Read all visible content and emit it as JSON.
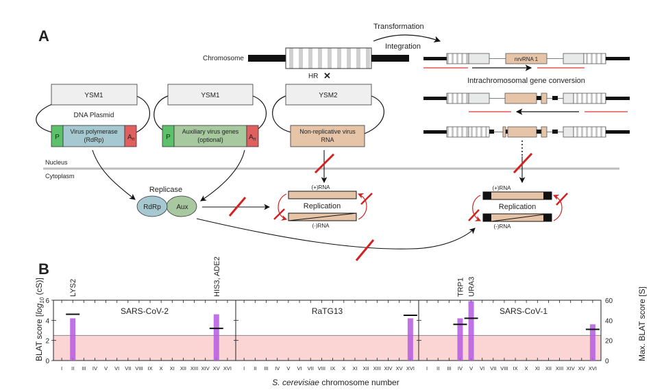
{
  "panel_a": {
    "label": "A",
    "chromosome_label": "Chromosome",
    "hr_label": "HR",
    "transformation_label": "Transformation",
    "integration_label": "Integration",
    "nrvrna_label": "nrvRNA 1",
    "gene_conversion_label": "Intrachromosomal gene conversion",
    "plasmids": [
      {
        "marker": "YSM1",
        "loop_label": "DNA Plasmid",
        "promoter": "P",
        "gene_line1": "Virus polymerase",
        "gene_line2": "(RdRp)",
        "polya": "A",
        "polya_sub": "n"
      },
      {
        "marker": "YSM1",
        "loop_label": "",
        "promoter": "P",
        "gene_line1": "Auxiliary virus genes",
        "gene_line2": "(optional)",
        "polya": "A",
        "polya_sub": "n"
      },
      {
        "marker": "YSM2",
        "loop_label": "",
        "gene_line1": "Non-replicative virus",
        "gene_line2": "RNA"
      }
    ],
    "nucleus_label": "Nucleus",
    "cytoplasm_label": "Cytoplasm",
    "replicase_label": "Replicase",
    "rdrp_label": "RdRp",
    "aux_label": "Aux",
    "replication_units": [
      {
        "plus_label": "(+)RNA",
        "center_label": "Replication",
        "minus_label": "(-)RNA"
      },
      {
        "plus_label": "(+)RNA",
        "center_label": "Replication",
        "minus_label": "(-)RNA"
      }
    ],
    "colors": {
      "rdrp": "#a6c8d1",
      "aux": "#a8c9a0",
      "promoter": "#5cc16a",
      "polya": "#e06060",
      "rna": "#e6c4a8",
      "marker": "#efefef",
      "block": "#c62828",
      "membrane": "#bdbdbd"
    }
  },
  "panel_b": {
    "label": "B",
    "chart_data": {
      "type": "bar",
      "xlabel_italic": "S. cerevisiae",
      "xlabel_rest": " chromosome number",
      "ylabel_left": "BLAT score [log10(cS)]",
      "ylabel_left_parts": {
        "pre": "BLAT score [",
        "italic": "log",
        "sub": "10",
        "post": " (cS)]"
      },
      "ylabel_right": "Max. BLAT score [S]",
      "ylim_left": [
        0,
        6
      ],
      "ylim_right": [
        0,
        60
      ],
      "yticks_left": [
        "0",
        "2",
        "4",
        "6"
      ],
      "yticks_right": [
        "0",
        "20",
        "40",
        "60"
      ],
      "threshold_left": 2.5,
      "categories": [
        "I",
        "II",
        "III",
        "IV",
        "V",
        "VI",
        "VII",
        "VIII",
        "IX",
        "X",
        "XI",
        "XII",
        "XIII",
        "XIV",
        "XV",
        "XVI"
      ],
      "panels": [
        {
          "title": "SARS-CoV-2",
          "bars": [
            {
              "chromosome": "II",
              "value": 4.2
            },
            {
              "chromosome": "XV",
              "value": 4.6
            }
          ],
          "max_scores": [
            {
              "chromosome": "II",
              "value": 46
            },
            {
              "chromosome": "XV",
              "value": 32
            }
          ],
          "gene_labels": [
            {
              "chromosome": "II",
              "text": "LYS2"
            },
            {
              "chromosome": "XV",
              "text": "HIS3, ADE2"
            }
          ]
        },
        {
          "title": "RaTG13",
          "bars": [
            {
              "chromosome": "XVI",
              "value": 4.2
            }
          ],
          "max_scores": [
            {
              "chromosome": "XVI",
              "value": 45
            }
          ],
          "gene_labels": []
        },
        {
          "title": "SARS-CoV-1",
          "bars": [
            {
              "chromosome": "IV",
              "value": 4.2
            },
            {
              "chromosome": "V",
              "value": 5.9
            },
            {
              "chromosome": "XVI",
              "value": 3.6
            }
          ],
          "max_scores": [
            {
              "chromosome": "IV",
              "value": 36
            },
            {
              "chromosome": "V",
              "value": 42
            },
            {
              "chromosome": "XVI",
              "value": 31
            }
          ],
          "gene_labels": [
            {
              "chromosome": "IV",
              "text": "TRP1"
            },
            {
              "chromosome": "V",
              "text": "URA3"
            }
          ]
        }
      ],
      "colors": {
        "bar": "#b45be0",
        "threshold_fill": "#fbd4d4",
        "threshold_line": "#888888"
      }
    }
  }
}
